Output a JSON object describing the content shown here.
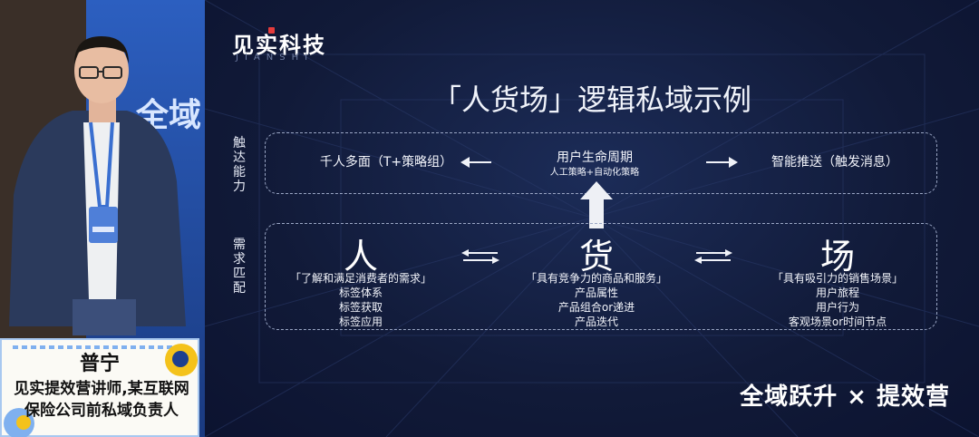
{
  "speaker": {
    "name": "普宁",
    "title_line1": "见实提效营讲师,某互联网",
    "title_line2": "保险公司前私域负责人",
    "backdrop_text": "全域"
  },
  "slide": {
    "logo": "见实科技",
    "logo_sub": "JIANSHI",
    "title": "「人货场」逻辑私域示例",
    "reach_label": "触达能力",
    "demand_label": "需求匹配",
    "reach": {
      "left": "千人多面（T+策略组）",
      "center_main": "用户生命周期",
      "center_sub": "人工策略+自动化策略",
      "right": "智能推送（触发消息）"
    },
    "columns": [
      {
        "head": "人",
        "subtitle": "「了解和满足消费者的需求」",
        "items": [
          "标签体系",
          "标签获取",
          "标签应用"
        ]
      },
      {
        "head": "货",
        "subtitle": "「具有竞争力的商品和服务」",
        "items": [
          "产品属性",
          "产品组合or递进",
          "产品迭代"
        ]
      },
      {
        "head": "场",
        "subtitle": "「具有吸引力的销售场景」",
        "items": [
          "用户旅程",
          "用户行为",
          "客观场景or时间节点"
        ]
      }
    ],
    "footer": "全域跃升 × 提效营"
  }
}
